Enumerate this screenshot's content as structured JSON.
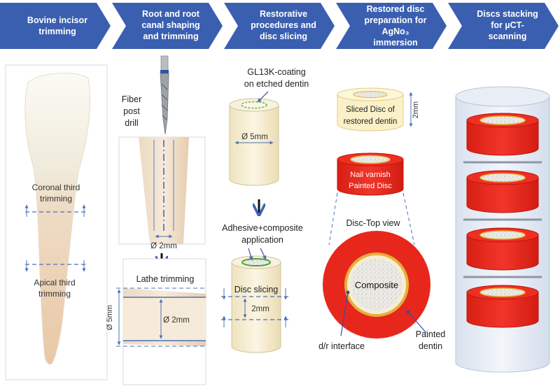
{
  "steps": [
    {
      "line1": "Bovine incisor",
      "line2": "trimming",
      "line3": "",
      "line4": ""
    },
    {
      "line1": "Root and root",
      "line2": "canal shaping",
      "line3": "and trimming",
      "line4": ""
    },
    {
      "line1": "Restorative",
      "line2": "procedures and",
      "line3": "disc slicing",
      "line4": ""
    },
    {
      "line1": "Restored disc",
      "line2": "preparation for",
      "line3": "AgNo₃",
      "line4": "immersion"
    },
    {
      "line1": "Discs stacking",
      "line2": "for µCT-",
      "line3": "scanning",
      "line4": ""
    }
  ],
  "panel1": {
    "coronal_line1": "Coronal third",
    "coronal_line2": "trimming",
    "apical_line1": "Apical third",
    "apical_line2": "trimming"
  },
  "panel2": {
    "drill_line1": "Fiber",
    "drill_line2": "post",
    "drill_line3": "drill",
    "canal_diameter": "Ø 2mm",
    "lathe": "Lathe trimming",
    "disc_diameter": "Ø 2mm",
    "height": "Ø 5mm"
  },
  "panel3": {
    "coating_line1": "GL13K-coating",
    "coating_line2": "on etched dentin",
    "diameter": "Ø 5mm",
    "adhesive_line1": "Adhesive+composite",
    "adhesive_line2": "application",
    "slicing": "Disc slicing",
    "thickness": "2mm"
  },
  "panel4": {
    "sliced_line1": "Sliced Disc of",
    "sliced_line2": "restored dentin",
    "thickness": "2mm",
    "painted_line1": "Nail varnish",
    "painted_line2": "Painted Disc",
    "top_view": "Disc-Top view",
    "composite": "Composite",
    "interface": "d/r interface",
    "dentin_line1": "Painted",
    "dentin_line2": "dentin"
  },
  "colors": {
    "arrow_blue": "#3a5fb0",
    "varnish_red": "#e8271c",
    "dentin_cream": "#f6edd2",
    "interface_gold": "#e3b13c",
    "dim_blue": "#4a72b8"
  }
}
